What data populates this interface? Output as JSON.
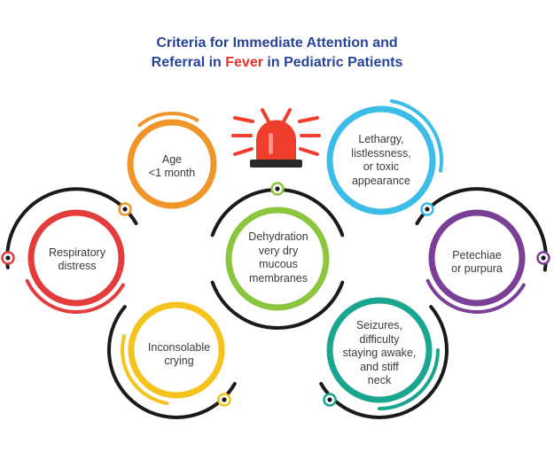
{
  "title": {
    "line1": "Criteria for Immediate Attention and",
    "line2_prefix": "Referral in ",
    "line2_highlight": "Fever",
    "line2_suffix": " in Pediatric Patients"
  },
  "colors": {
    "title": "#28439a",
    "highlight": "#e8312f",
    "connector": "#1a1a1a",
    "age": "#f0952a",
    "lethargy": "#3bbde8",
    "respiratory": "#e23c3c",
    "dehydration": "#8cc63f",
    "petechiae": "#7b3f98",
    "inconsolable": "#f6c21c",
    "seizures": "#1aa68e",
    "siren": "#ee3f2d"
  },
  "icons": {
    "alert": "siren-icon"
  },
  "criteria": {
    "age": [
      "Age",
      "<1 month"
    ],
    "lethargy": [
      "Lethargy,",
      "listlessness,",
      "or toxic",
      "appearance"
    ],
    "respiratory": [
      "Respiratory",
      "distress"
    ],
    "dehydration": [
      "Dehydration",
      "very dry",
      "mucous",
      "membranes"
    ],
    "petechiae": [
      "Petechiae",
      "or purpura"
    ],
    "inconsolable": [
      "Inconsolable",
      "crying"
    ],
    "seizures": [
      "Seizures,",
      "difficulty",
      "staying awake,",
      "and stiff",
      "neck"
    ]
  }
}
